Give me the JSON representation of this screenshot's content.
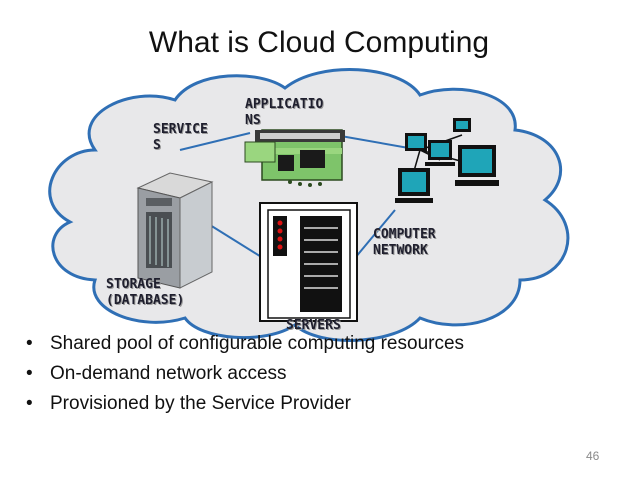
{
  "slide": {
    "title": "What is Cloud Computing",
    "page_number": "46"
  },
  "diagram": {
    "labels": {
      "services_line1": "SERVICE",
      "services_line2": "S",
      "applications_line1": "APPLICATIO",
      "applications_line2": "NS",
      "computer_network_line1": "COMPUTER",
      "computer_network_line2": "NETWORK",
      "storage_line1": "STORAGE",
      "storage_line2": "(DATABASE)",
      "servers": "SERVERS"
    },
    "icons": [
      "cloud-shape",
      "server-tower-icon",
      "server-rack-icon",
      "application-board-icon",
      "computer-network-icon"
    ],
    "colors": {
      "cloud_fill": "#e8e8ea",
      "cloud_stroke": "#2f6fb5",
      "board_green": "#7ec46a",
      "monitor_screen": "#1fa5b8"
    }
  },
  "bullets": [
    "Shared pool of configurable computing resources",
    "On-demand network access",
    "Provisioned by the Service Provider"
  ]
}
